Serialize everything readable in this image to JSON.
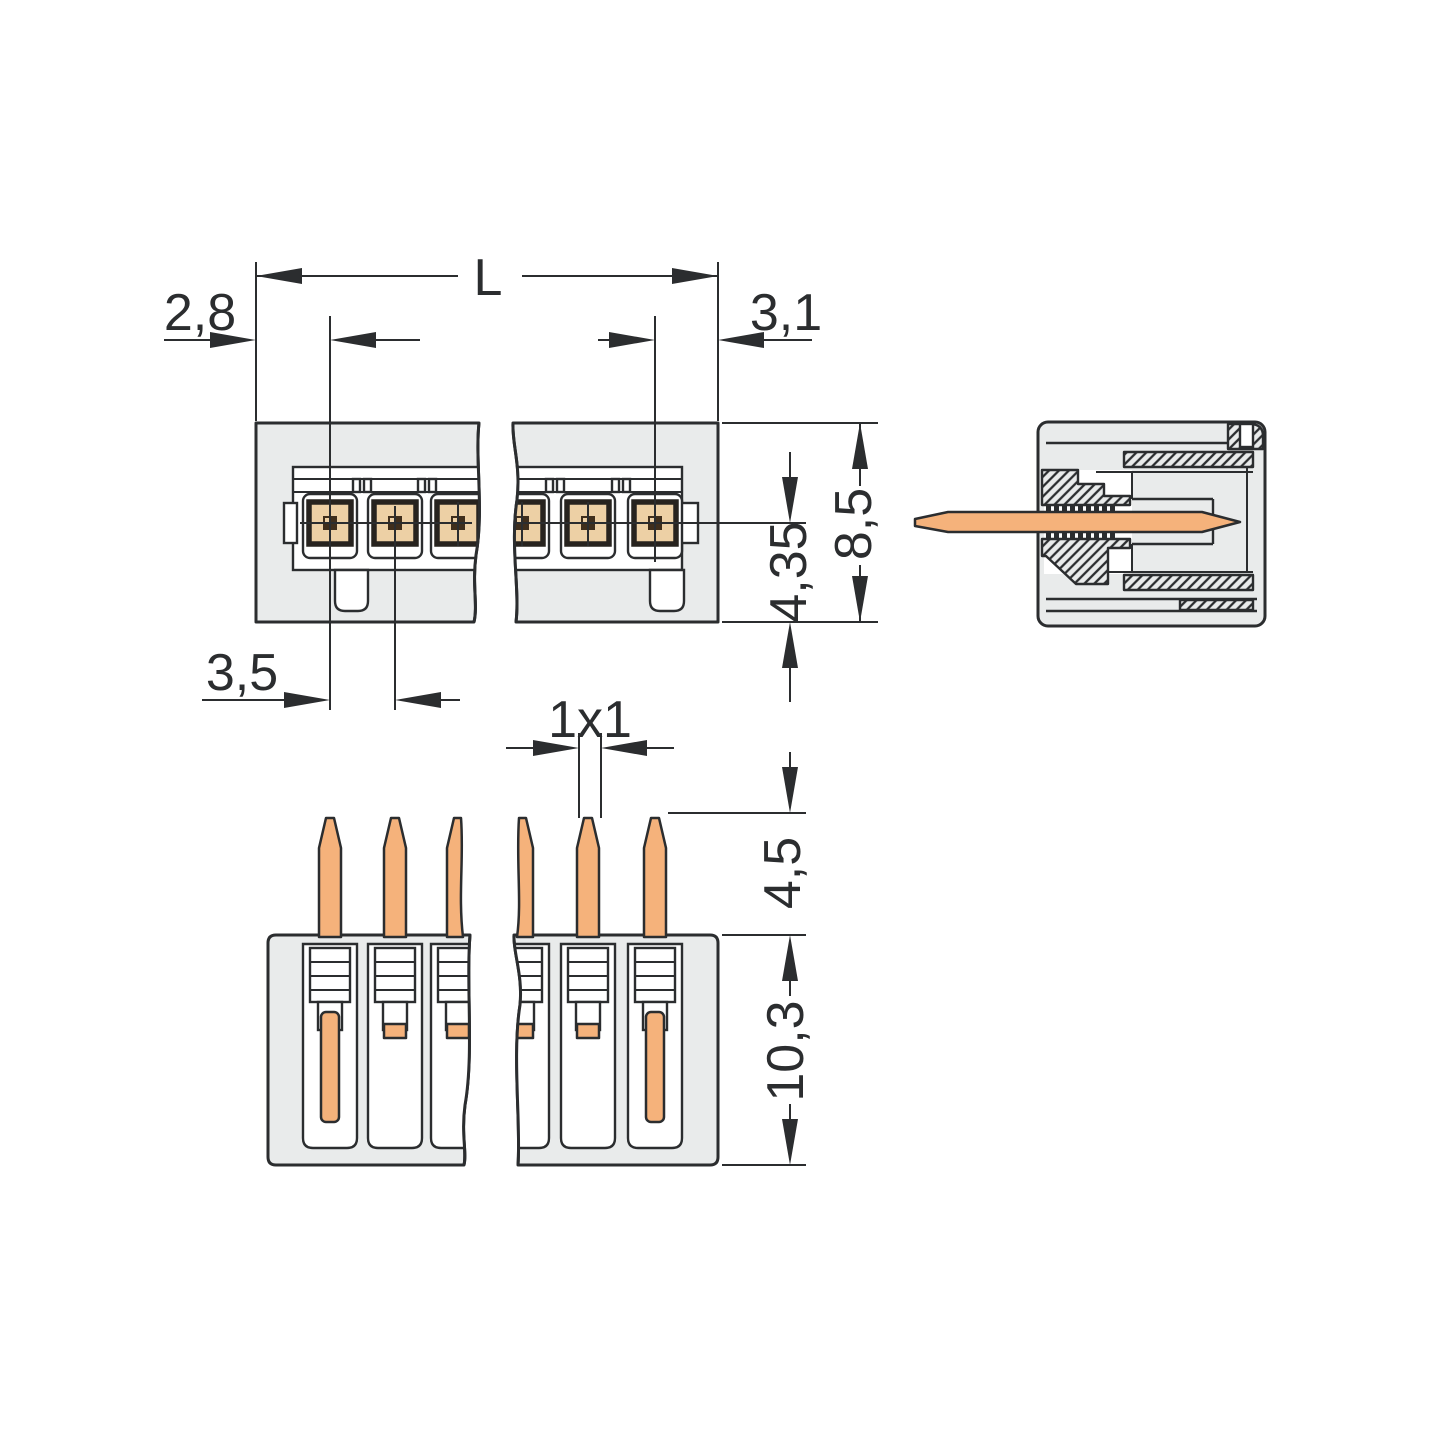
{
  "drawing": {
    "type": "connector-dimension-drawing",
    "labels": {
      "overall_length": "L",
      "left_edge_to_first_pin": "2,8",
      "last_pin_to_right_edge": "3,1",
      "pin_pitch": "3,5",
      "pin_axis_to_bottom": "4,35",
      "housing_height": "8,5",
      "pin_cross_section": "1x1",
      "pin_protrusion": "4,5",
      "housing_depth": "10,3"
    },
    "colors": {
      "background": "#ffffff",
      "outline": "#2b2d2f",
      "housing_fill": "#e9ebeb",
      "pin_fill": "#f5b27b",
      "contact_fill": "#edd0a5",
      "contact_core": "#3f2e1c"
    }
  }
}
